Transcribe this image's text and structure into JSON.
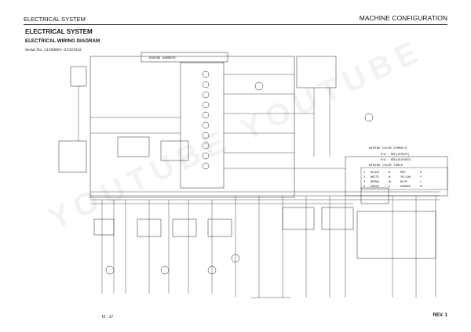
{
  "header": {
    "section_left": "ELECTRICAL SYSTEM",
    "section_right": "MACHINE CONFIGURATION"
  },
  "title": "ELECTRICAL SYSTEM",
  "subtitle": "ELECTRICAL WIRING DIAGRAM",
  "serial": "Serial No. 21500001~21501932",
  "diagram": {
    "top_label": "ENGINE HARNESS",
    "legend_title": "WIRING COLOR SYMBOLS",
    "legend_line1": "R/W : RED(STRIPE)",
    "legend_line2": "R/W : RED(BLOCKED)",
    "wiring_table_title": "WIRING COLOR TABLE",
    "wiring_table": [
      [
        "1",
        "BLACK",
        "B",
        "RED",
        "R"
      ],
      [
        "2",
        "WHITE",
        "W",
        "YELLOW",
        "Y"
      ],
      [
        "3",
        "BROWN",
        "Br",
        "BLUE",
        "L"
      ],
      [
        "4",
        "GREEN",
        "G",
        "ORANGE",
        "Or"
      ]
    ]
  },
  "watermark": "YOUTUBE YOUTUBE",
  "footer": {
    "page": "III - 17",
    "rev": "REV. 1"
  }
}
